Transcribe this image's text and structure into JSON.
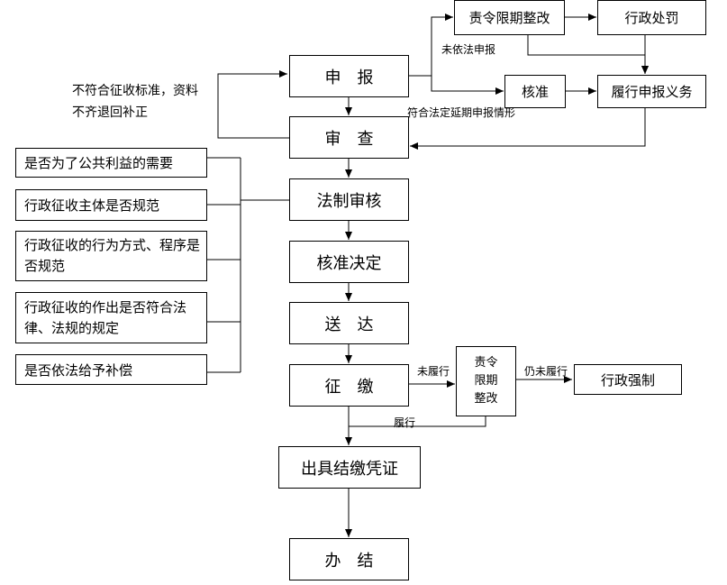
{
  "main_flow": {
    "declare": "申　报",
    "review": "审　查",
    "legal_review": "法制审核",
    "approve_decide": "核准决定",
    "deliver": "送　达",
    "levy": "征　缴",
    "issue_certificate": "出具结缴凭证",
    "complete": "办　结"
  },
  "top_branch": {
    "rectify_order": "责令限期整改",
    "admin_penalty": "行政处罚",
    "approve": "核准",
    "fulfill_obligation": "履行申报义务",
    "label_not_declared": "未依法申报",
    "label_extension": "符合法定延期申报情形"
  },
  "reject_note": {
    "line1": "不符合征收标准，资料",
    "line2": "不齐退回补正"
  },
  "review_criteria": [
    "是否为了公共利益的需要",
    "行政征收主体是否规范",
    "行政征收的行为方式、程序是否规范",
    "行政征收的作出是否符合法律、法规的规定",
    "是否依法给予补偿"
  ],
  "levy_branch": {
    "label_not_fulfilled": "未履行",
    "rectify_line1": "责令",
    "rectify_line2": "限期",
    "rectify_line3": "整改",
    "label_still_not": "仍未履行",
    "enforcement": "行政强制",
    "label_fulfilled": "履行"
  }
}
